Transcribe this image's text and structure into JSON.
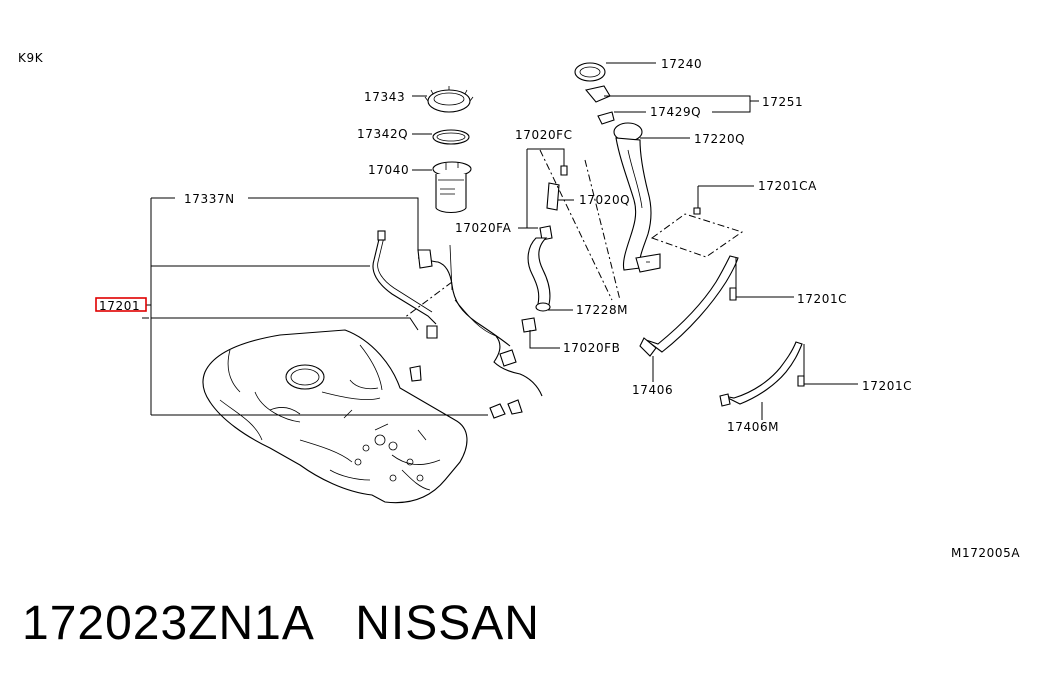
{
  "diagram": {
    "corner_code": "K9K",
    "figure_code": "M172005A",
    "highlight_color": "#e00000",
    "labels": {
      "p17343": "17343",
      "p17342Q": "17342Q",
      "p17040": "17040",
      "p17337N": "17337N",
      "p17201": "17201",
      "p17020FC": "17020FC",
      "p17020Q": "17020Q",
      "p17020FA": "17020FA",
      "p17228M": "17228M",
      "p17020FB": "17020FB",
      "p17240": "17240",
      "p17429Q": "17429Q",
      "p17251": "17251",
      "p17220Q": "17220Q",
      "p17201CA": "17201CA",
      "p17201C_a": "17201C",
      "p17201C_b": "17201C",
      "p17406": "17406",
      "p17406M": "17406M"
    }
  },
  "footer": {
    "part_number": "172023ZN1A",
    "brand": "NISSAN"
  }
}
